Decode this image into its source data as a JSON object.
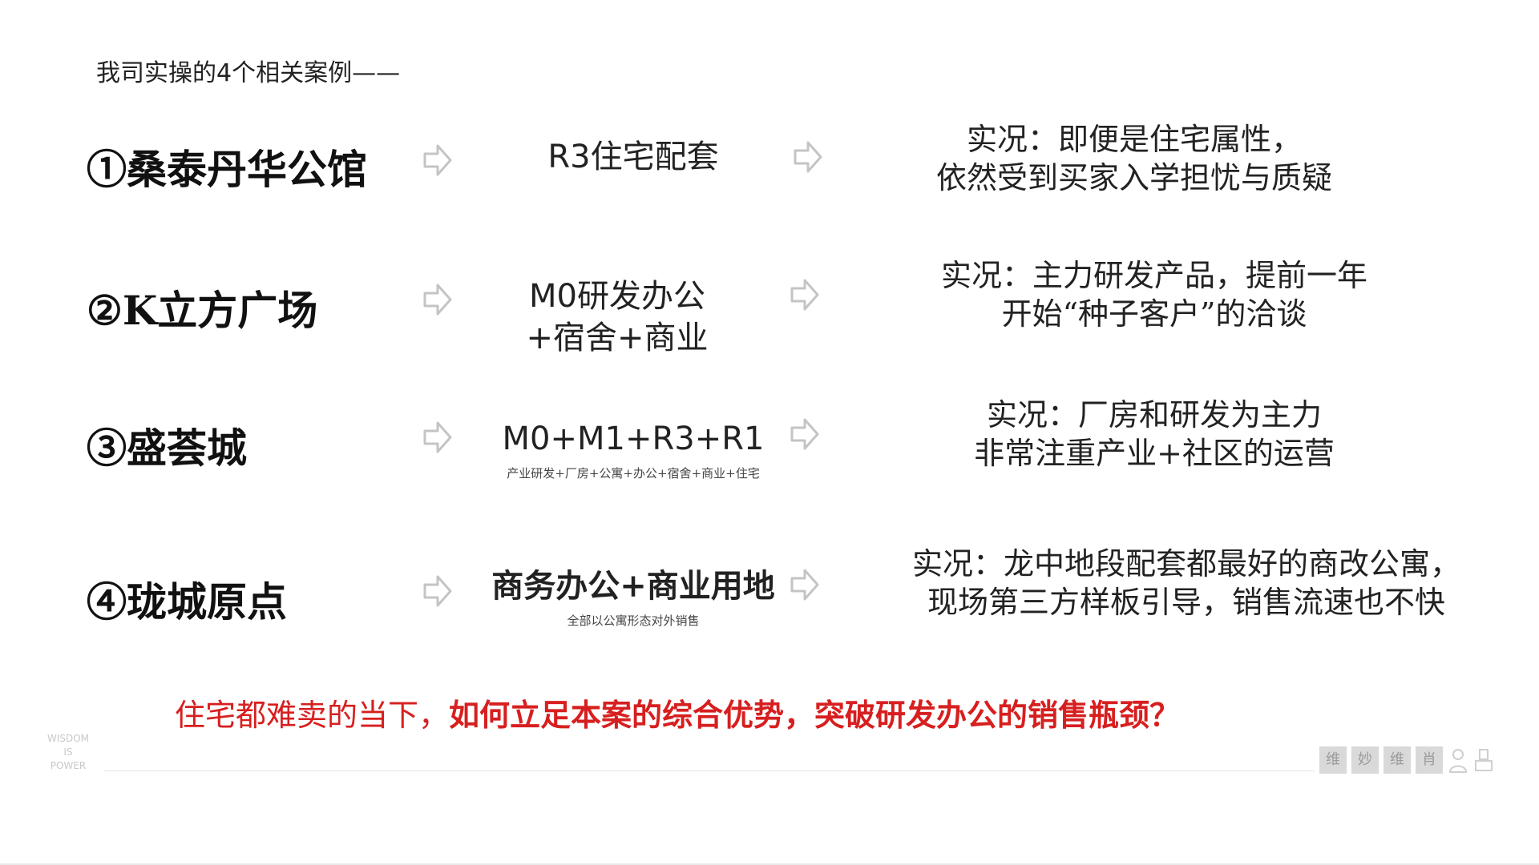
{
  "header": {
    "title": "我司实操的4个相关案例——"
  },
  "cases": [
    {
      "name": "①桑泰丹华公馆",
      "type_lines": [
        "R3住宅配套"
      ],
      "type_sub": "",
      "fact_lines": [
        "实况：即便是住宅属性，",
        "依然受到买家入学担忧与质疑"
      ]
    },
    {
      "name": "②K立方广场",
      "type_lines": [
        "M0研发办公",
        "+宿舍+商业"
      ],
      "type_sub": "",
      "fact_lines": [
        "实况：主力研发产品，提前一年",
        "开始“种子客户”的洽谈"
      ]
    },
    {
      "name": "③盛荟城",
      "type_lines": [
        "M0+M1+R3+R1"
      ],
      "type_sub": "产业研发+厂房+公寓+办公+宿舍+商业+住宅",
      "fact_lines": [
        "实况：厂房和研发为主力",
        "非常注重产业+社区的运营"
      ]
    },
    {
      "name": "④珑城原点",
      "type_lines": [
        "商务办公+商业用地"
      ],
      "type_sub": "全部以公寓形态对外销售",
      "fact_lines": [
        "实况：龙中地段配套都最好的商改公寓，",
        "现场第三方样板引导，销售流速也不快"
      ]
    }
  ],
  "conclusion": {
    "normal": "住宅都难卖的当下，",
    "bold": "如何立足本案的综合优势，突破研发办公的销售瓶颈？"
  },
  "footer": {
    "watermark": [
      "WISDOM",
      "IS",
      "POWER"
    ],
    "logo_chars": [
      "维",
      "妙",
      "维",
      "肖"
    ]
  },
  "icons": {
    "arrow": "hollow-right-arrow-icon"
  },
  "colors": {
    "accent_red": "#d71f1f",
    "arrow_stroke": "#c4c4c4"
  }
}
